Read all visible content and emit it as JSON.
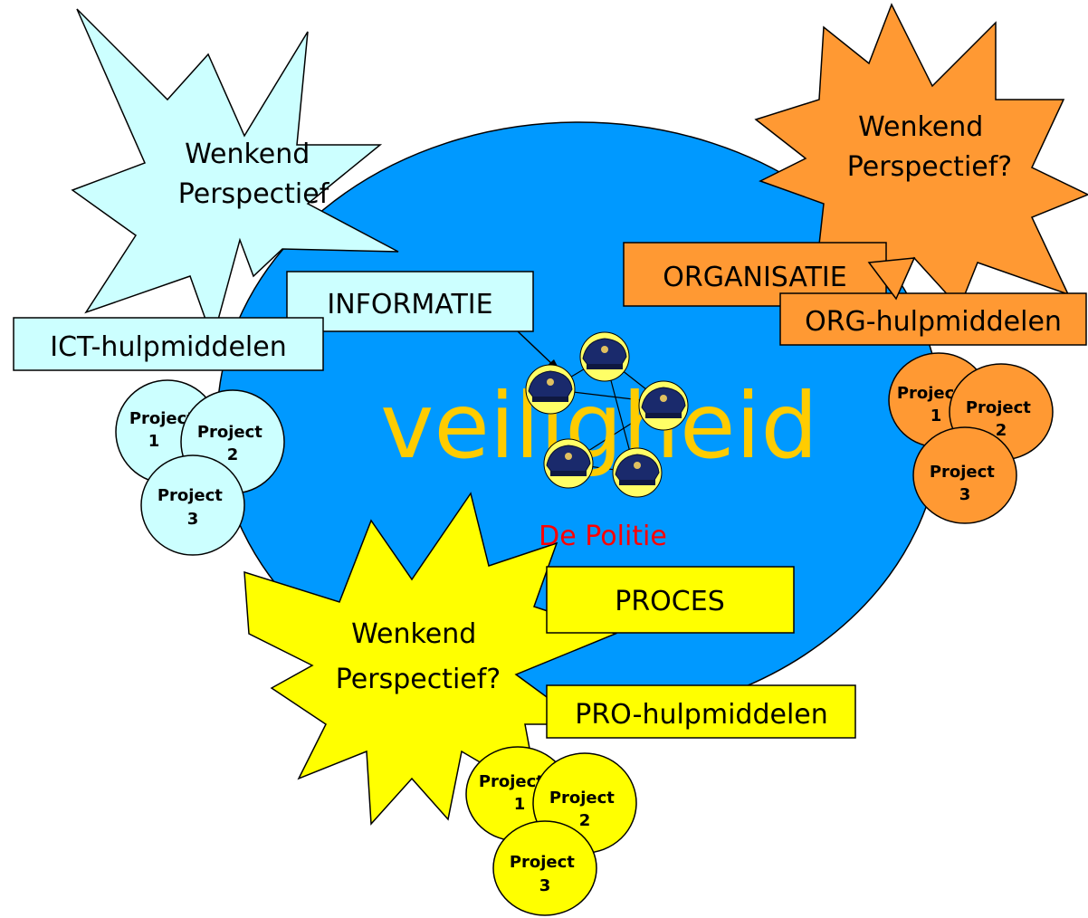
{
  "colors": {
    "main_circle": "#0099ff",
    "ict": "#ccffff",
    "organisatie": "#ff9933",
    "proces": "#ffff00",
    "center_text": "#ffcc00",
    "politie_text": "#ff0000",
    "outline": "#000000"
  },
  "center": {
    "title": "veiligheid",
    "subtitle": "De Politie"
  },
  "ict": {
    "burst": [
      "Wenkend",
      "Perspectief"
    ],
    "label": "INFORMATIE",
    "tools": "ICT-hulpmiddelen",
    "projects": [
      {
        "line1": "Project",
        "line2": "1"
      },
      {
        "line1": "Project",
        "line2": "2"
      },
      {
        "line1": "Project",
        "line2": "3"
      }
    ]
  },
  "organisatie": {
    "burst": [
      "Wenkend",
      "Perspectief?"
    ],
    "label": "ORGANISATIE",
    "tools": "ORG-hulpmiddelen",
    "projects": [
      {
        "line1": "Project",
        "line2": "1"
      },
      {
        "line1": "Project",
        "line2": "2"
      },
      {
        "line1": "Project",
        "line2": "3"
      }
    ]
  },
  "proces": {
    "burst": [
      "Wenkend",
      "Perspectief?"
    ],
    "label": "PROCES",
    "tools": "PRO-hulpmiddelen",
    "projects": [
      {
        "line1": "Project",
        "line2": "1"
      },
      {
        "line1": "Project",
        "line2": "2"
      },
      {
        "line1": "Project",
        "line2": "3"
      }
    ]
  },
  "network": {
    "node_icon": "police-cap-icon",
    "node_count": 5
  }
}
